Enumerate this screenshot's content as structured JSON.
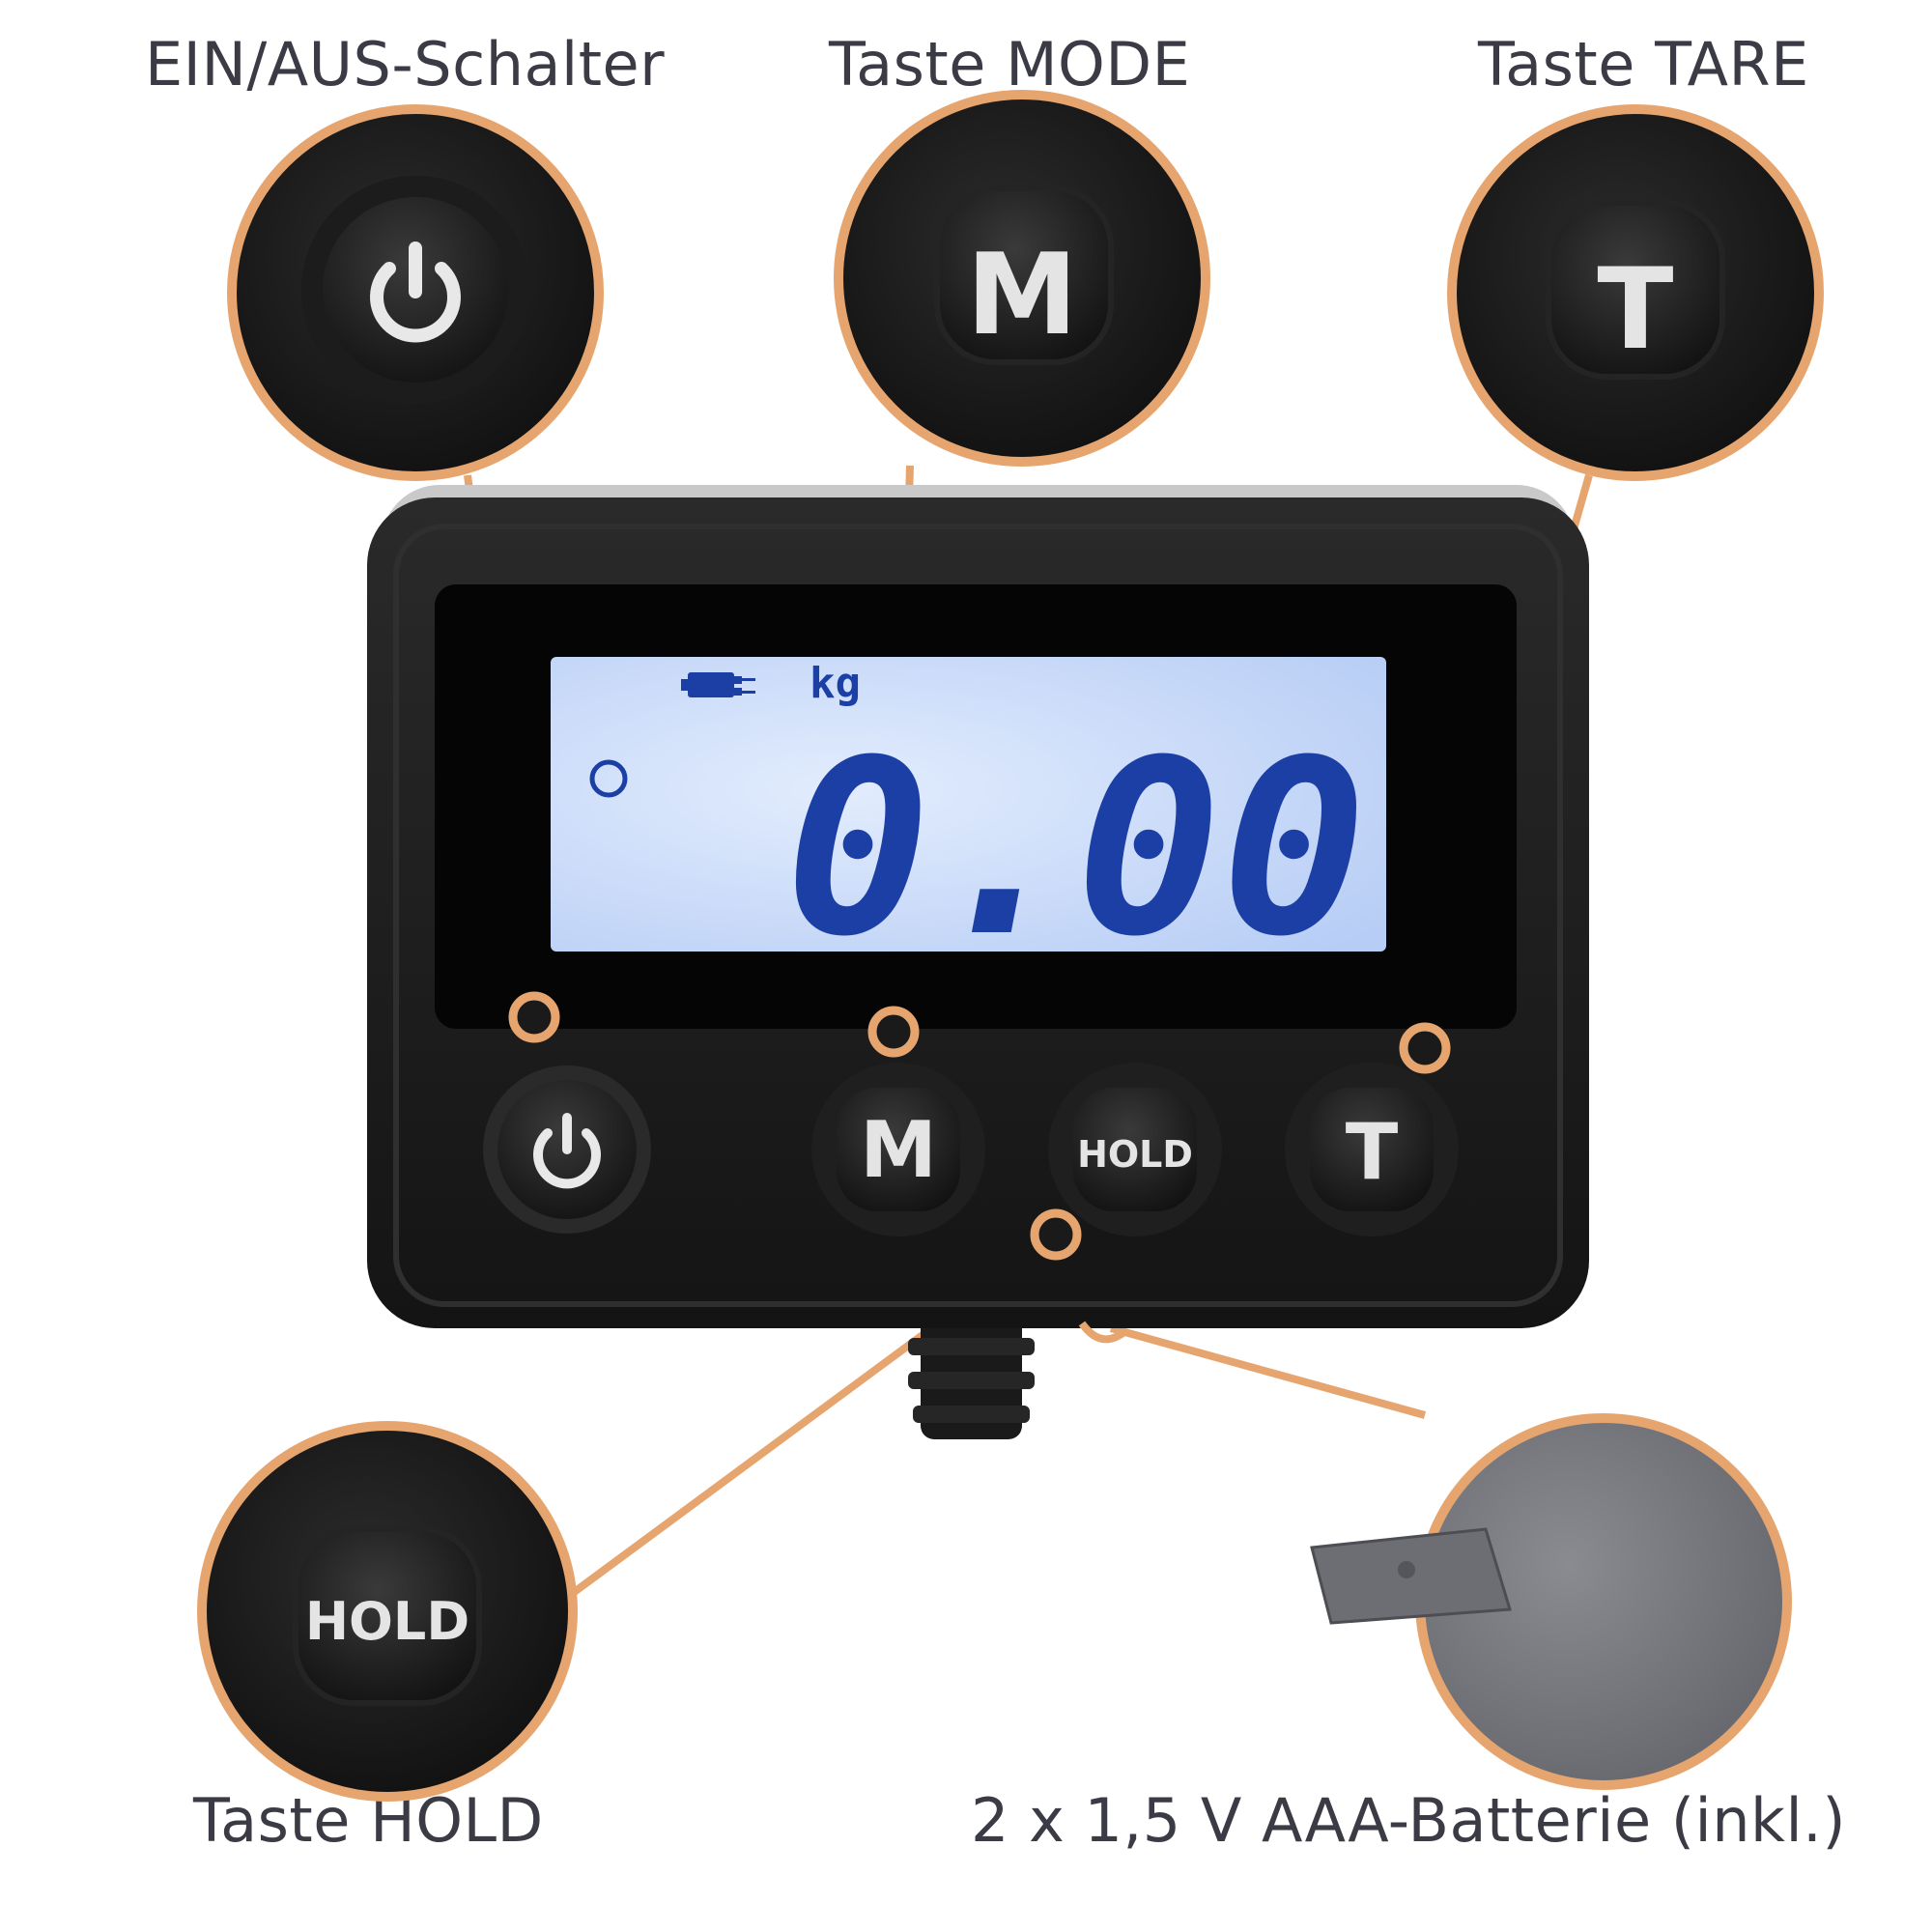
{
  "labels": {
    "power": "EIN/AUS-Schalter",
    "mode": "Taste MODE",
    "tare": "Taste TARE",
    "hold": "Taste HOLD",
    "battery": "2 x 1,5 V AAA-Batterie (inkl.)"
  },
  "display": {
    "reading": "0.00",
    "unit": "kg"
  },
  "buttons": {
    "power_icon": "power-icon",
    "mode_label": "M",
    "hold_label": "HOLD",
    "tare_label": "T"
  },
  "colors": {
    "accent": "#e6a56e",
    "lcd_background": "#c8dcfb",
    "lcd_digits": "#1c3fa6",
    "device_body": "#1b1b1b",
    "label_text": "#3a3b44"
  }
}
